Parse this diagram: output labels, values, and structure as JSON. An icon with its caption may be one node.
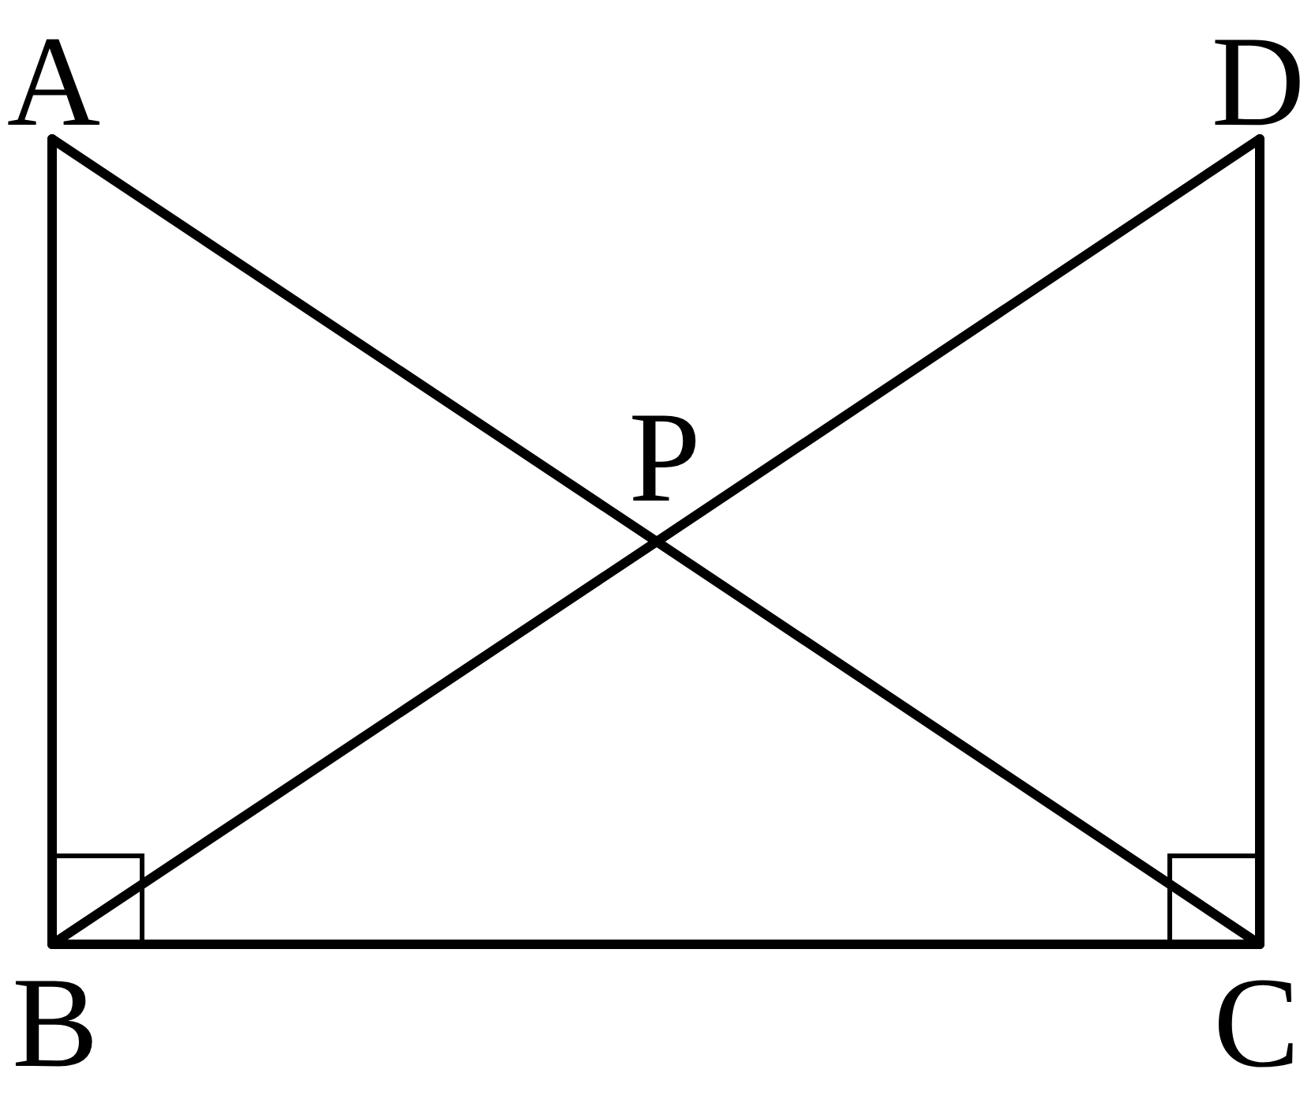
{
  "diagram": {
    "nodes": [
      {
        "text": [
          "A"
        ]
      },
      {
        "text": [
          "D"
        ]
      },
      {
        "text": [
          "P"
        ]
      },
      {
        "text": [
          "B"
        ]
      },
      {
        "text": [
          "C"
        ]
      }
    ],
    "edges": [
      {
        "from": 0,
        "to": 3,
        "arrow": "none"
      },
      {
        "from": 3,
        "to": 4,
        "arrow": "none"
      },
      {
        "from": 4,
        "to": 1,
        "arrow": "none"
      },
      {
        "from": 0,
        "to": 2,
        "arrow": "none"
      },
      {
        "from": 2,
        "to": 4,
        "arrow": "none"
      },
      {
        "from": 3,
        "to": 2,
        "arrow": "none"
      },
      {
        "from": 2,
        "to": 1,
        "arrow": "none"
      }
    ]
  }
}
